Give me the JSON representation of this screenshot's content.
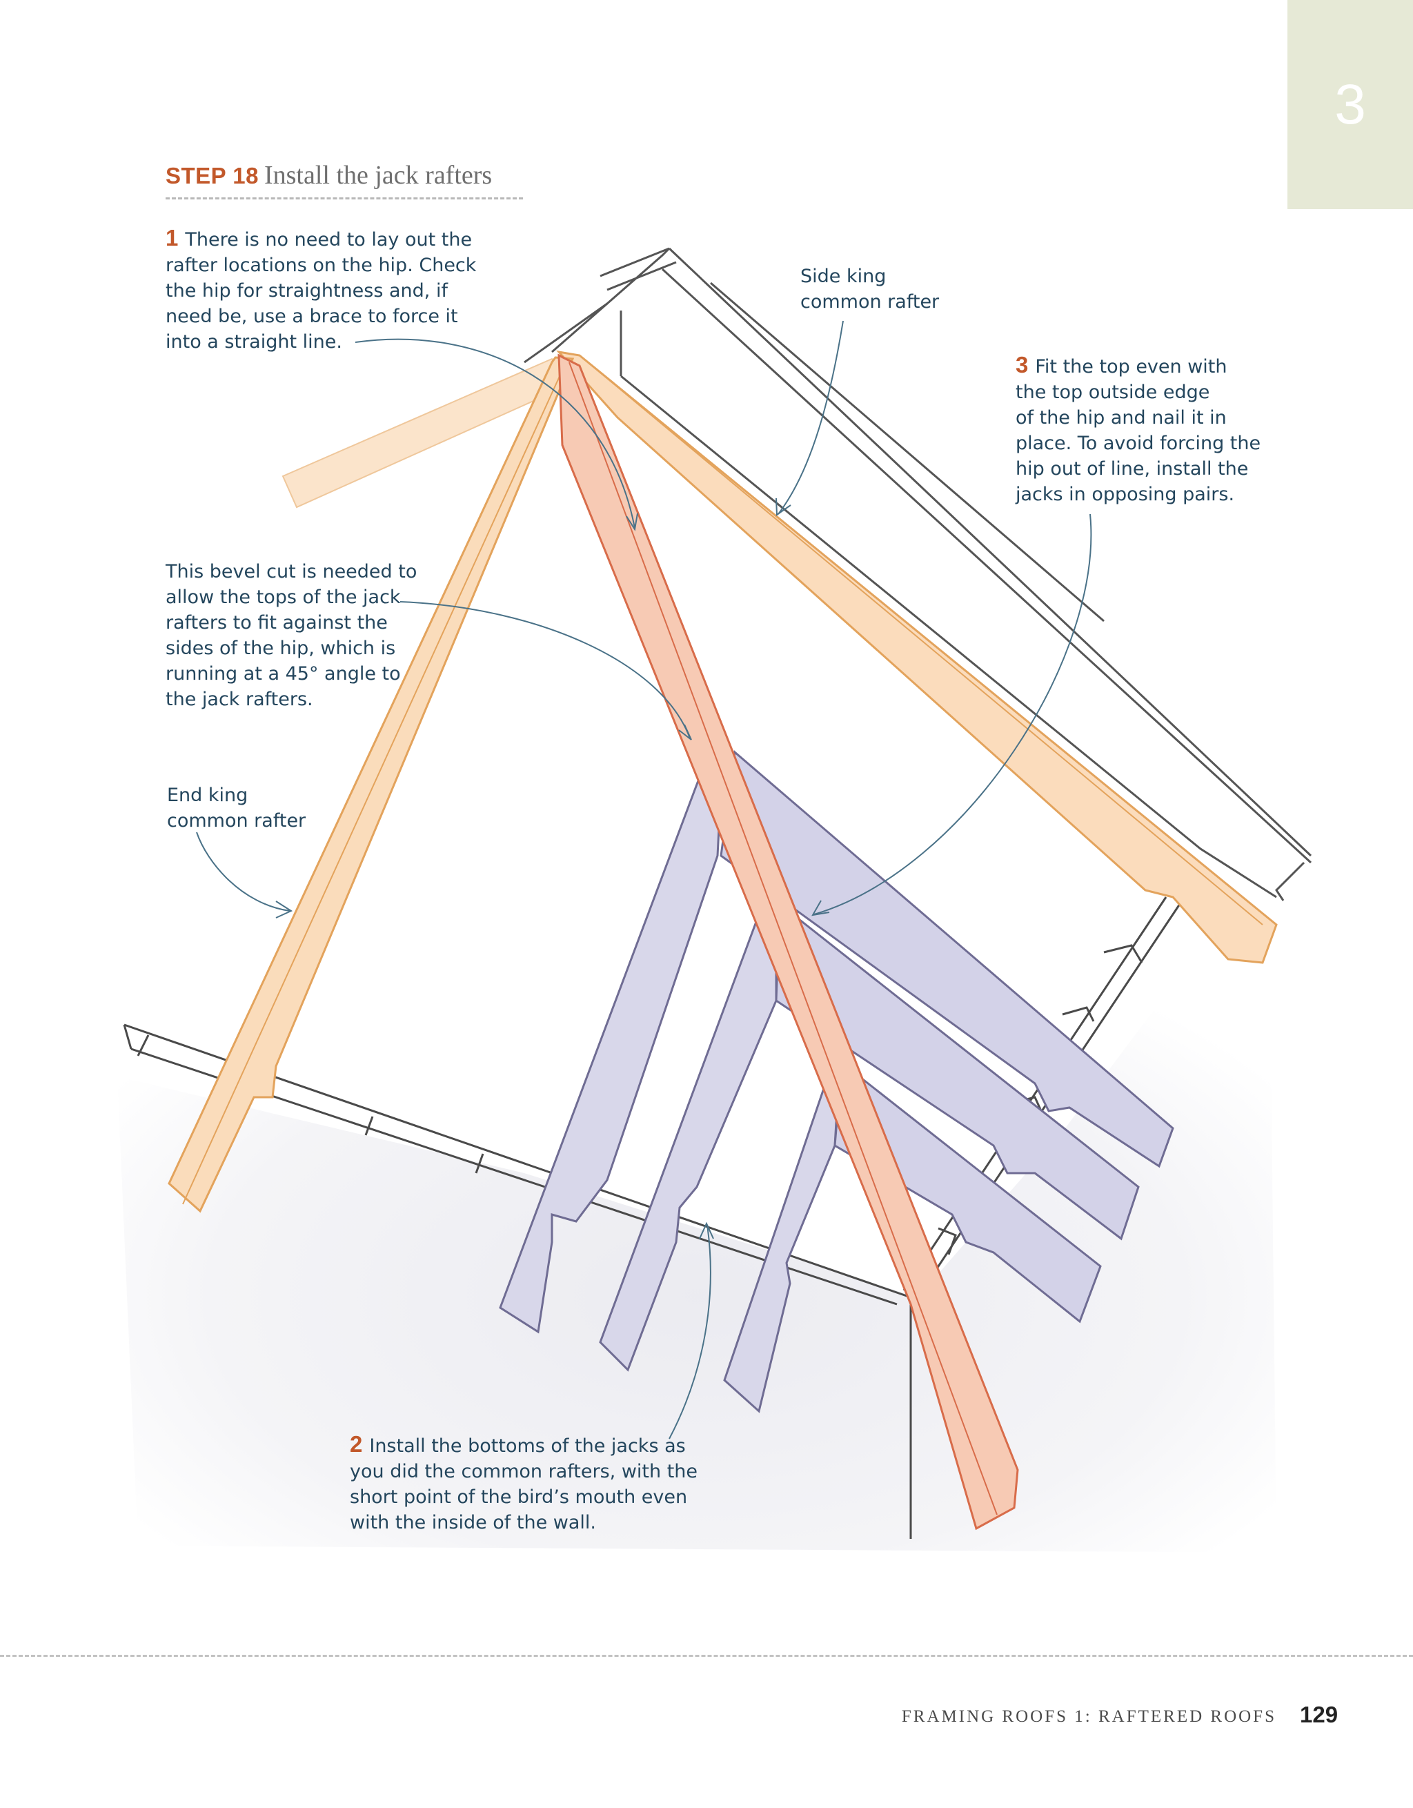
{
  "chapter_tab": {
    "number": "3"
  },
  "step": {
    "label": "STEP 18",
    "title": "Install the jack rafters"
  },
  "notes": {
    "note1": {
      "number": "1",
      "lines": [
        "There is no need to lay out the",
        "rafter locations on the hip. Check",
        "the hip for straightness and, if",
        "need be, use a brace to force it",
        "into a straight line."
      ]
    },
    "bevel": {
      "lines": [
        "This bevel cut is needed to",
        "allow the tops of the jack",
        "rafters to fit against the",
        "sides of the hip, which is",
        "running at a 45° angle to",
        "the jack rafters."
      ]
    },
    "end_king": {
      "lines": [
        "End king",
        "common rafter"
      ]
    },
    "side_king": {
      "lines": [
        "Side king",
        "common rafter"
      ]
    },
    "note3": {
      "number": "3",
      "lines": [
        "Fit the top even with",
        "the top outside edge",
        "of the hip and nail it in",
        "place. To avoid forcing the",
        "hip out of line, install the",
        "jacks in opposing pairs."
      ]
    },
    "note2": {
      "number": "2",
      "lines": [
        "Install the bottoms of the jacks as",
        "you did the common rafters, with the",
        "short point of the bird’s mouth even",
        "with the inside of the wall."
      ]
    }
  },
  "footer": {
    "running_head": "FRAMING ROOFS 1: RAFTERED ROOFS",
    "page_number": "129"
  },
  "colors": {
    "accent": "#c2582a",
    "text": "#24465d",
    "chapter_tab_bg": "#e6e9d6",
    "king_rafter_fill": "#f9dcbc",
    "king_rafter_edge": "#e3a35c",
    "hip_fill": "#f6c9b4",
    "hip_edge": "#d86c4a",
    "jack_fill": "#d5d4e8",
    "jack_edge": "#6f6c93",
    "wall_edge": "#4a4a4a",
    "leader": "#4a7288"
  }
}
